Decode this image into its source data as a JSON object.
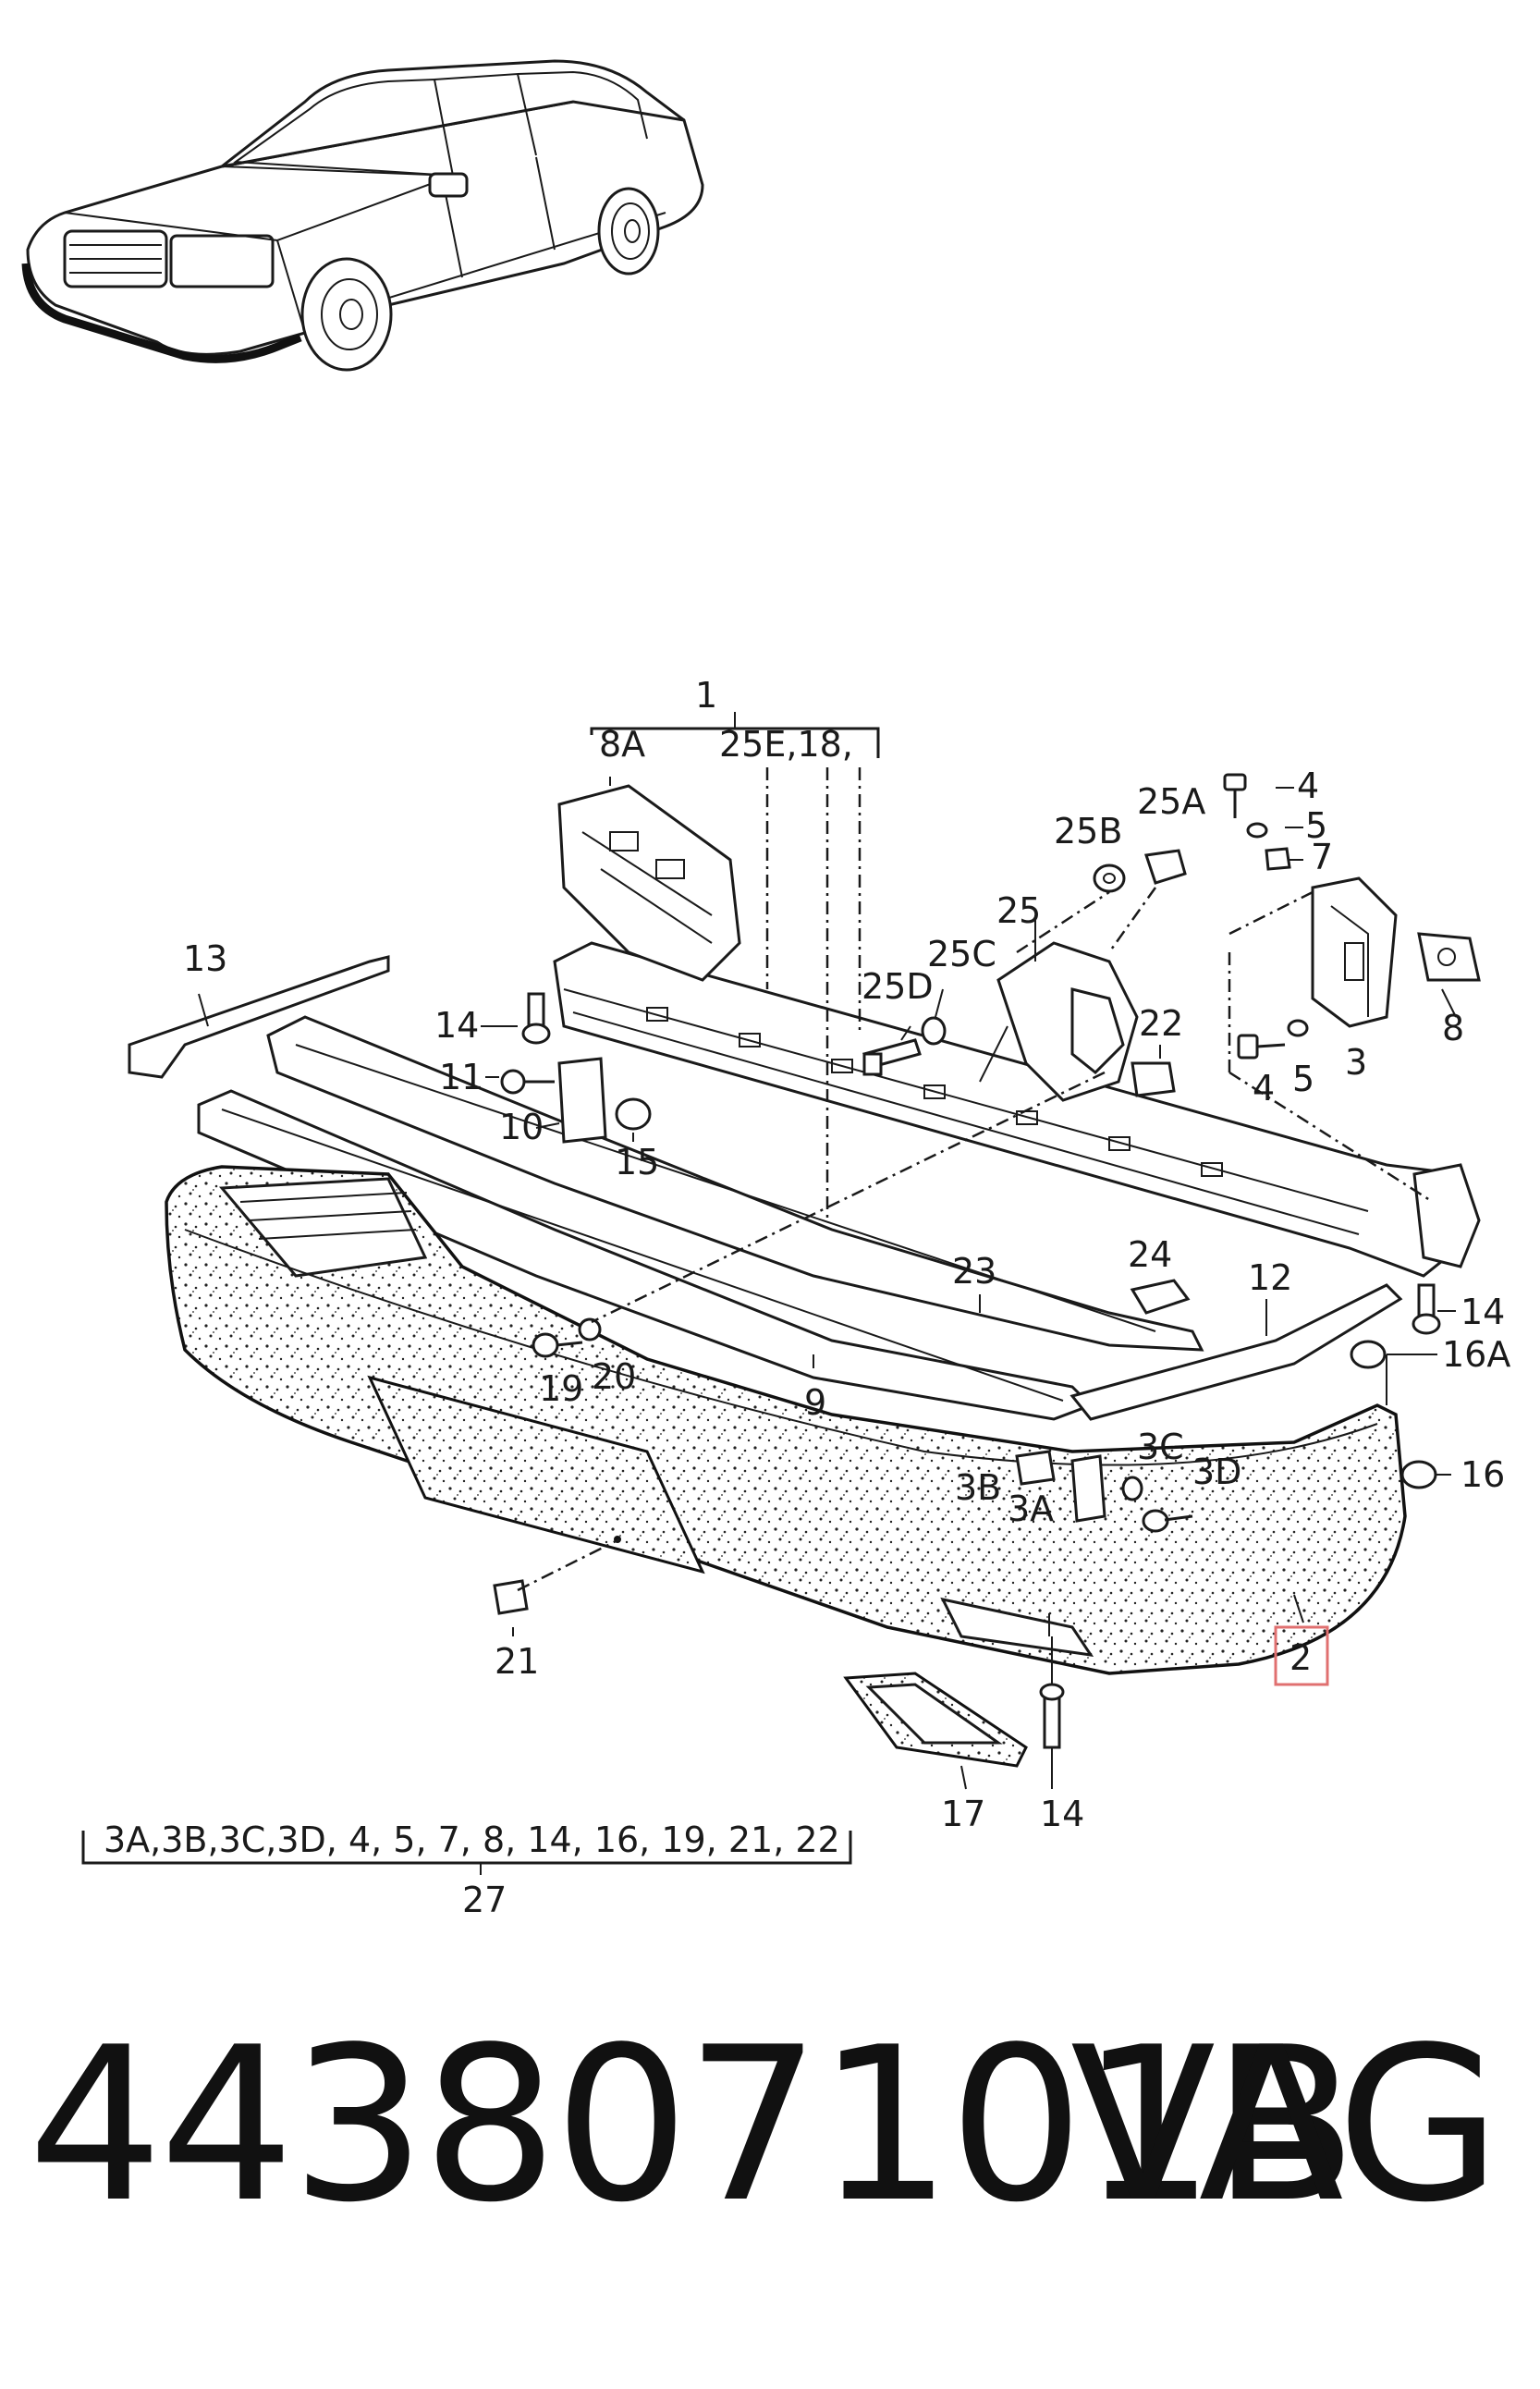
{
  "diagram": {
    "callouts": {
      "p1": "1",
      "p8A": "8A",
      "p25E": "25E,18,",
      "p4a": "4",
      "p5a": "5",
      "p7": "7",
      "p25B": "25B",
      "p25A": "25A",
      "p25": "25",
      "p25C": "25C",
      "p25D": "25D",
      "p13": "13",
      "p14a": "14",
      "p11": "11",
      "p10": "10",
      "p15": "15",
      "p22": "22",
      "p4b": "4",
      "p5b": "5",
      "p3": "3",
      "p8": "8",
      "p23": "23",
      "p24": "24",
      "p12": "12",
      "p14b": "14",
      "p16A": "16A",
      "p19": "19",
      "p20": "20",
      "p9": "9",
      "p3C": "3C",
      "p3B": "3B",
      "p3A": "3A",
      "p3D": "3D",
      "p16": "16",
      "p21": "21",
      "p2": "2",
      "p17": "17",
      "p14c": "14",
      "kit_list": "3A,3B,3C,3D, 4,  5,  7,  8,  14,  16,  19,  21,  22",
      "p27": "27"
    },
    "highlight_color": "#e07070"
  },
  "footer": {
    "part_number": "443807101B",
    "brand": "VAG"
  }
}
